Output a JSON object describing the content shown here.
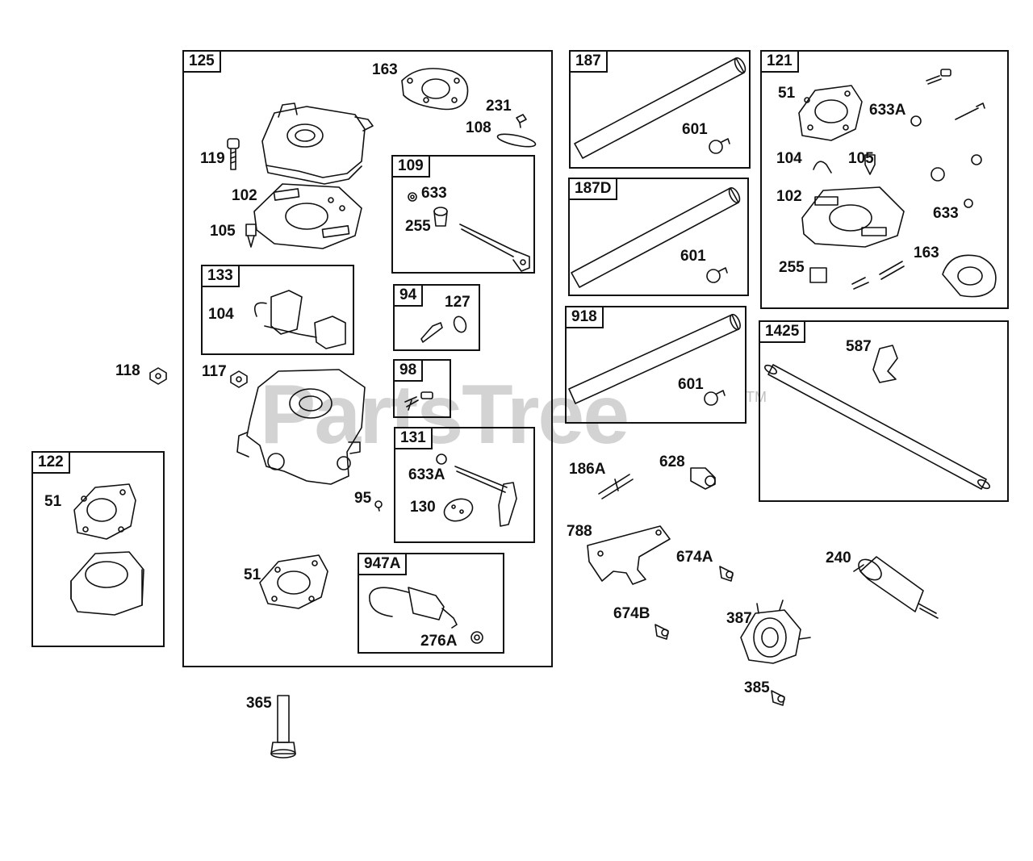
{
  "watermark": {
    "text": "PartsTree",
    "tm": "TM"
  },
  "boxes": {
    "b125": "125",
    "b109": "109",
    "b133": "133",
    "b94": "94",
    "b98": "98",
    "b131": "131",
    "b947a": "947A",
    "b122": "122",
    "b187": "187",
    "b187d": "187D",
    "b918": "918",
    "b121": "121",
    "b1425": "1425"
  },
  "labels": {
    "l163a": "163",
    "l231": "231",
    "l108": "108",
    "l119": "119",
    "l102a": "102",
    "l105a": "105",
    "l633a": "633",
    "l255a": "255",
    "l104a": "104",
    "l127": "127",
    "l118": "118",
    "l117": "117",
    "l633A_a": "633A",
    "l130": "130",
    "l95": "95",
    "l51a": "51",
    "l51b": "51",
    "l276A": "276A",
    "l365": "365",
    "l601a": "601",
    "l601b": "601",
    "l601c": "601",
    "l51c": "51",
    "l633A_b": "633A",
    "l104b": "104",
    "l105b": "105",
    "l102b": "102",
    "l633b": "633",
    "l255b": "255",
    "l163b": "163",
    "l587": "587",
    "l186A": "186A",
    "l628": "628",
    "l788": "788",
    "l674A": "674A",
    "l674B": "674B",
    "l387": "387",
    "l240": "240",
    "l385": "385"
  },
  "colors": {
    "line": "#111111",
    "watermark": "#969696"
  }
}
